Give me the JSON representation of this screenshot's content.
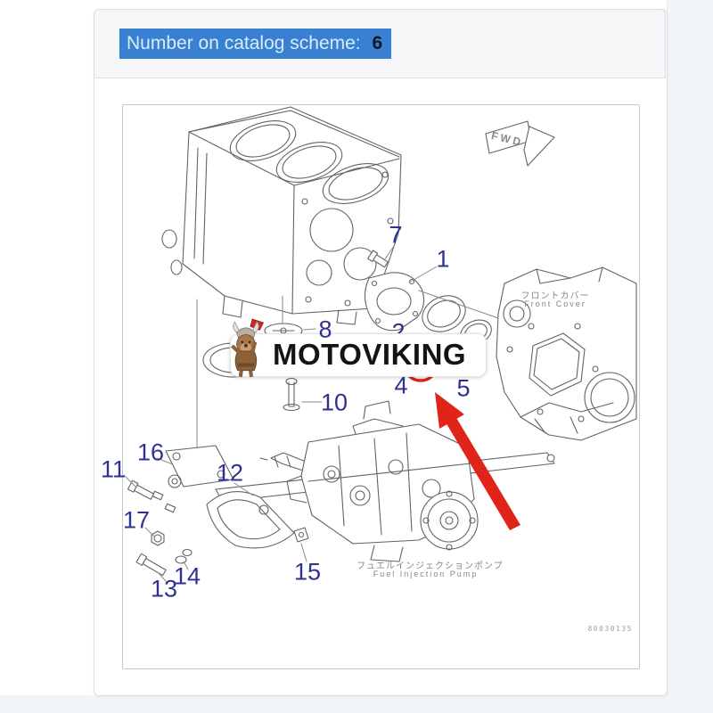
{
  "header": {
    "title_label": "Number on catalog scheme:",
    "title_value": "6"
  },
  "watermark": {
    "brand": "MOTOVIKING",
    "logo": "viking-dog-mascot"
  },
  "diagram": {
    "part_labels": {
      "n1": "1",
      "n2": "2",
      "n4": "4",
      "n5": "5",
      "n7": "7",
      "n8": "8",
      "n10": "10",
      "n11": "11",
      "n12": "12",
      "n13": "13",
      "n14": "14",
      "n15": "15",
      "n16": "16",
      "n17": "17"
    },
    "captions": {
      "front_cover_jp": "フロントカバー",
      "front_cover_en": "Front Cover",
      "pump_jp": "フュエルインジェクションポンプ",
      "pump_en": "Fuel Injection Pump",
      "fwd": "FWD",
      "drawing_code": "80030135"
    },
    "highlight": {
      "circle_color": "#d6281e",
      "arrow_color": "#e02419",
      "number_color": "#2e3192"
    }
  }
}
